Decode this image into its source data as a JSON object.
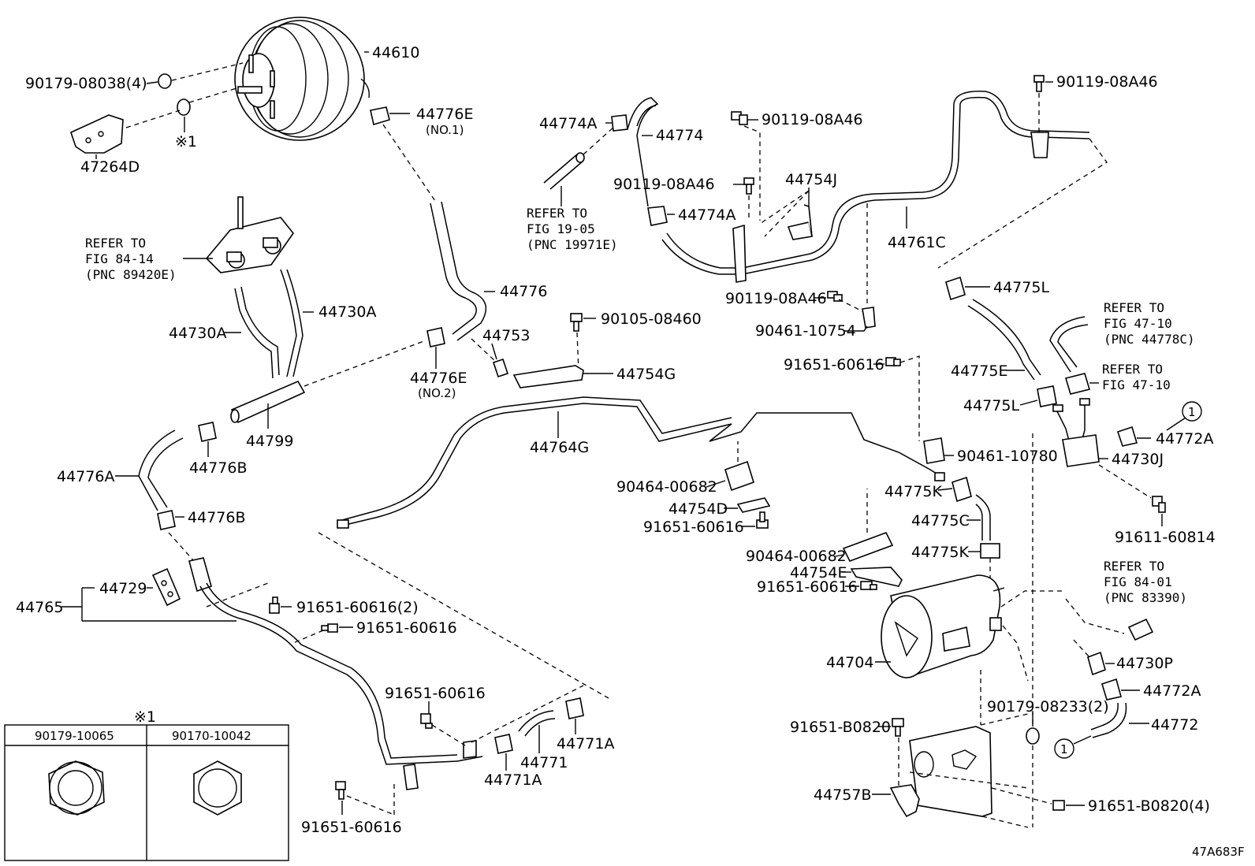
{
  "diagram_id": "47A683F",
  "note_mark": "※1",
  "labels": {
    "p44610": "44610",
    "p90179_08038": "90179-08038(4)",
    "p47264D": "47264D",
    "mark1": "※1",
    "p44776E_1": "44776E",
    "no1": "(NO.1)",
    "p44774A_top": "44774A",
    "p44774": "44774",
    "p90119_a": "90119-08A46",
    "p90119_b": "90119-08A46",
    "p90119_c": "90119-08A46",
    "p90119_d": "90119-08A46",
    "p44754J": "44754J",
    "p44774A_bot": "44774A",
    "ref1905_1": "REFER TO",
    "ref1905_2": "FIG 19-05",
    "ref1905_3": "(PNC 19971E)",
    "p44761C": "44761C",
    "ref8414_1": "REFER TO",
    "ref8414_2": "FIG 84-14",
    "ref8414_3": "(PNC 89420E)",
    "p44730A_r": "44730A",
    "p44730A_l": "44730A",
    "p44776": "44776",
    "p44753": "44753",
    "p90105": "90105-08460",
    "p44754G": "44754G",
    "p44776E_2": "44776E",
    "no2": "(NO.2)",
    "p44775L_top": "44775L",
    "p90461_10754": "90461-10754",
    "ref4710a_1": "REFER TO",
    "ref4710a_2": "FIG 47-10",
    "ref4710a_3": "(PNC 44778C)",
    "ref4710b_1": "REFER TO",
    "ref4710b_2": "FIG 47-10",
    "p91651_r1": "91651-60616",
    "p44775E": "44775E",
    "p44775L_bot": "44775L",
    "p44799": "44799",
    "p44776B_top": "44776B",
    "p44776A": "44776A",
    "p44764G": "44764G",
    "p90461_10780": "90461-10780",
    "p44772A_top": "44772A",
    "p44730J": "44730J",
    "p90464_a": "90464-00682",
    "p44775K_top": "44775K",
    "p44754D": "44754D",
    "p44776B_bot": "44776B",
    "p44775C": "44775C",
    "p91651_m1": "91651-60616",
    "p91611": "91611-60814",
    "p90464_b": "90464-00682",
    "p44775K_bot": "44775K",
    "p44754E": "44754E",
    "ref8401_1": "REFER TO",
    "ref8401_2": "FIG 84-01",
    "ref8401_3": "(PNC 83390)",
    "p91651_m2": "91651-60616",
    "p44729": "44729",
    "p44765": "44765",
    "p91651_2": "91651-60616(2)",
    "p91651_l1": "91651-60616",
    "p44704": "44704",
    "p44730P": "44730P",
    "p91651_l2": "91651-60616",
    "p44772A_bot": "44772A",
    "p90179_08233": "90179-08233(2)",
    "p91651_B0820": "91651-B0820",
    "p44772": "44772",
    "p44771A_r": "44771A",
    "p44771": "44771",
    "p44771A_l": "44771A",
    "p44757B": "44757B",
    "p91651_B0820_4": "91651-B0820(4)",
    "p91651_l3": "91651-60616",
    "circle_1a": "1",
    "circle_1b": "1"
  },
  "inset_table": {
    "col1": "90179-10065",
    "col2": "90170-10042"
  }
}
